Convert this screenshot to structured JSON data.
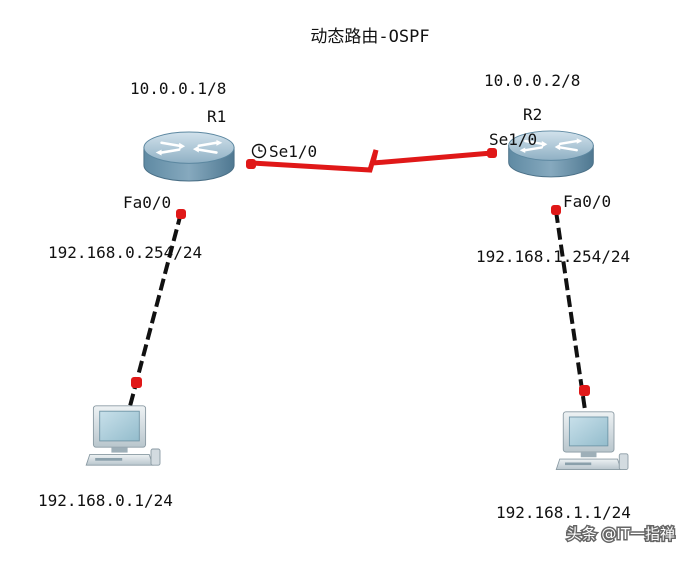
{
  "title": "动态路由-OSPF",
  "routers": [
    {
      "name": "R1",
      "ip": "10.0.0.1/8",
      "serial_port": "Se1/0",
      "fast_port": "Fa0/0",
      "lan_ip": "192.168.0.254/24",
      "serial_clock": true
    },
    {
      "name": "R2",
      "ip": "10.0.0.2/8",
      "serial_port": "Se1/0",
      "fast_port": "Fa0/0",
      "lan_ip": "192.168.1.254/24",
      "serial_clock": false
    }
  ],
  "pcs": [
    {
      "ip": "192.168.0.1/24"
    },
    {
      "ip": "192.168.1.1/24"
    }
  ],
  "watermark": "头条 @IT一指禅",
  "colors": {
    "serial_link": "#e01818",
    "ethernet_link": "#111111",
    "port_dot": "#e01818",
    "router_body": "#7fa6bd",
    "pc_screen": "#a9cbd9"
  }
}
